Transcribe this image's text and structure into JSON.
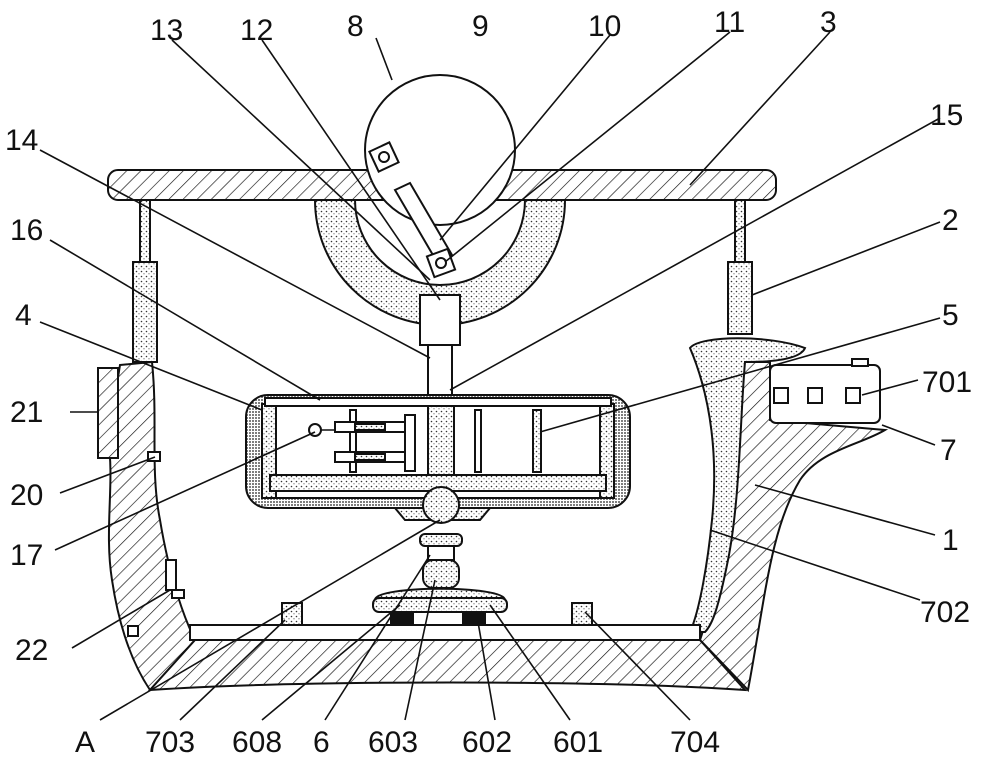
{
  "labels": {
    "l13": "13",
    "l12": "12",
    "l8": "8",
    "l9": "9",
    "l10": "10",
    "l11": "11",
    "l3": "3",
    "l14": "14",
    "l15": "15",
    "l16": "16",
    "l2": "2",
    "l4": "4",
    "l5": "5",
    "l701": "701",
    "l21": "21",
    "l7": "7",
    "l20": "20",
    "l1": "1",
    "l17": "17",
    "l702": "702",
    "l22": "22",
    "lA": "A",
    "l703": "703",
    "l608": "608",
    "l6": "6",
    "l603": "603",
    "l602": "602",
    "l601": "601",
    "l704": "704"
  }
}
